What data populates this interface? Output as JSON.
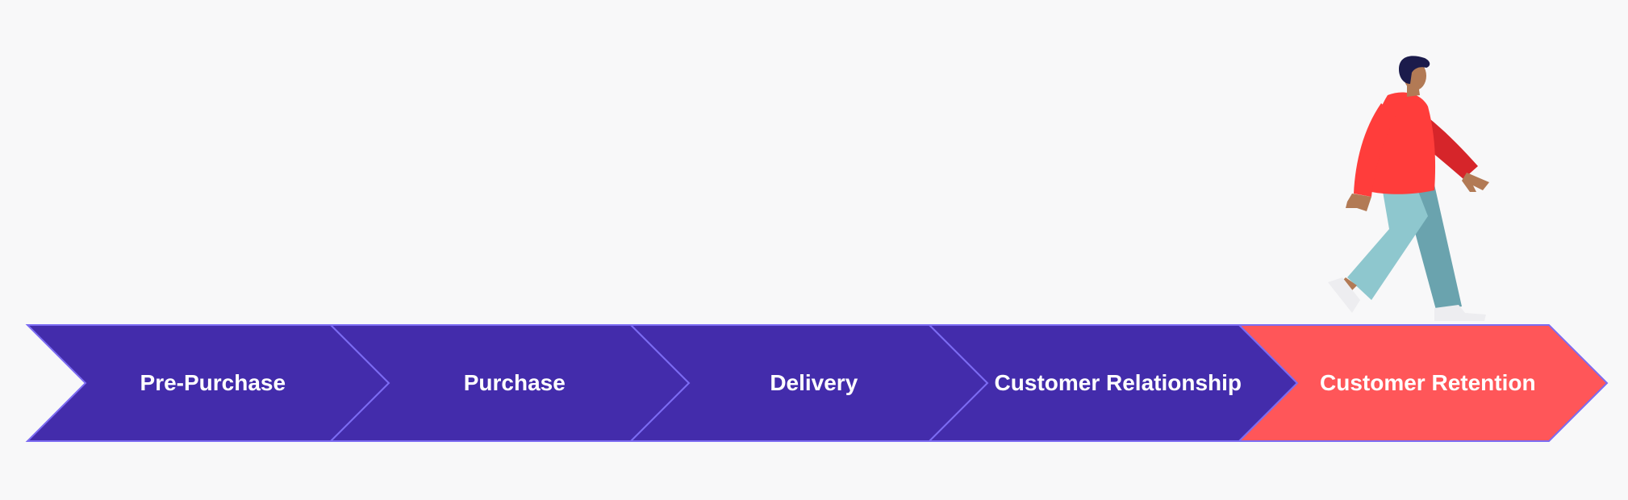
{
  "journey": {
    "stages": [
      {
        "label": "Pre-Purchase",
        "active": false
      },
      {
        "label": "Purchase",
        "active": false
      },
      {
        "label": "Delivery",
        "active": false
      },
      {
        "label": "Customer Relationship",
        "active": false
      },
      {
        "label": "Customer Retention",
        "active": true
      }
    ],
    "colors": {
      "background": "#f8f8f9",
      "stage_fill": "#432cab",
      "stage_outline": "#7c6cf2",
      "active_fill": "#ff5659",
      "label_text": "#ffffff"
    }
  },
  "illustration": {
    "name": "walking-person-illustration",
    "colors": {
      "hair": "#1b1b4b",
      "skin": "#b27a55",
      "sweater": "#ff3d3b",
      "sweater_shade": "#d6252a",
      "pants_front": "#8ec7ce",
      "pants_back": "#6aa3ae",
      "shoes": "#ededf0"
    }
  }
}
